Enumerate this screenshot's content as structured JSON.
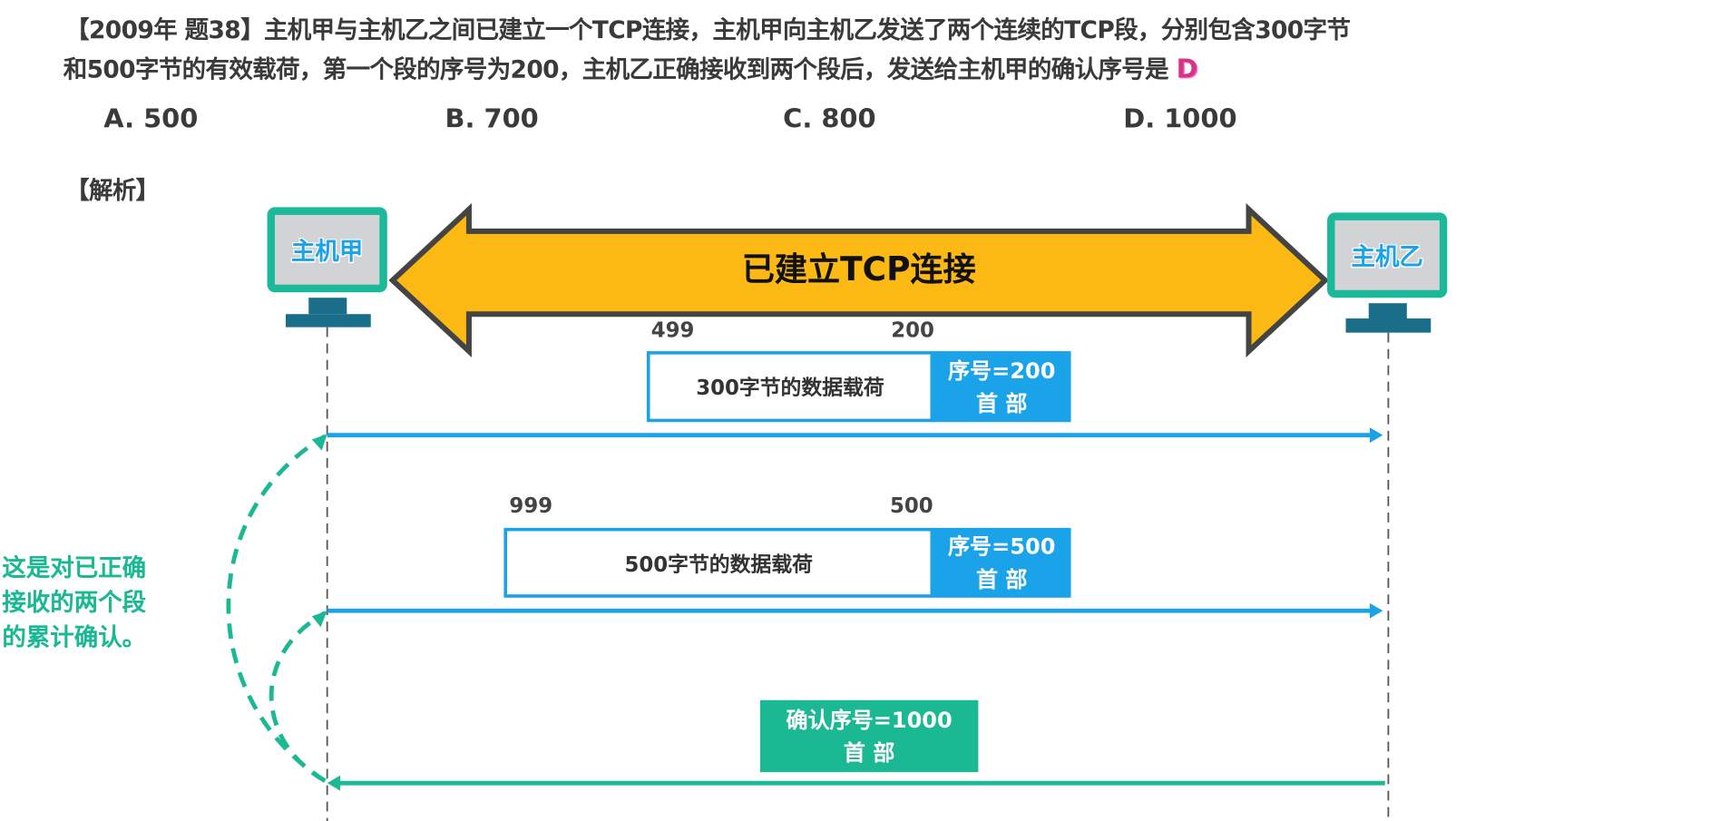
{
  "question": {
    "line1": "【2009年 题38】主机甲与主机乙之间已建立一个TCP连接，主机甲向主机乙发送了两个连续的TCP段，分别包含300字节",
    "line2": "和500字节的有效载荷，第一个段的序号为200，主机乙正确接收到两个段后，发送给主机甲的确认序号是",
    "answer": "D",
    "options": [
      "A. 500",
      "B. 700",
      "C. 800",
      "D. 1000"
    ]
  },
  "analysis_label": "【解析】",
  "diagram": {
    "host_a": "主机甲",
    "host_b": "主机乙",
    "connection_label": "已建立TCP连接",
    "segment1": {
      "end": "499",
      "start": "200",
      "payload": "300字节的数据载荷",
      "seq": "序号=200",
      "header": "首 部"
    },
    "segment2": {
      "end": "999",
      "start": "500",
      "payload": "500字节的数据载荷",
      "seq": "序号=500",
      "header": "首 部"
    },
    "ack": {
      "seq": "确认序号=1000",
      "header": "首 部"
    },
    "note": [
      "这是对已正确",
      "接收的两个段",
      "的累计确认。"
    ]
  },
  "colors": {
    "teal": "#1bb894",
    "blue": "#1aa3e8",
    "orange": "#fdb913",
    "answer": "#d63384"
  }
}
